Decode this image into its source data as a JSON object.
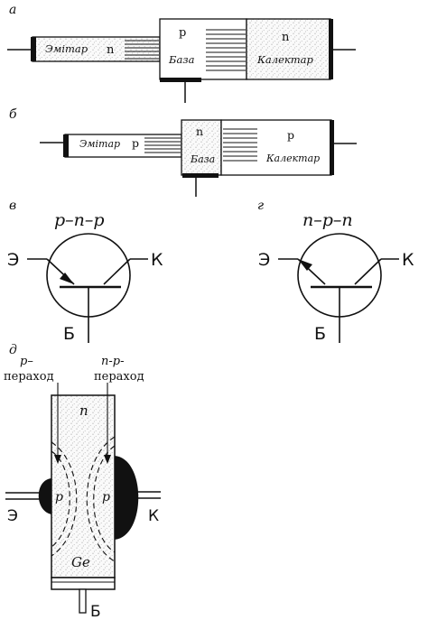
{
  "panel_a": {
    "letter": "а",
    "emitter": {
      "label": "Эмітар",
      "type": "n"
    },
    "base": {
      "label": "База",
      "type": "p"
    },
    "collector": {
      "label": "Калектар",
      "type": "n"
    }
  },
  "panel_b": {
    "letter": "б",
    "emitter": {
      "label": "Эмітар",
      "type": "p"
    },
    "base": {
      "label": "База",
      "type": "n"
    },
    "collector": {
      "label": "Калектар",
      "type": "p"
    }
  },
  "panel_c": {
    "letter": "в",
    "title": "p–n–p",
    "emitter_label": "Э",
    "collector_label": "К",
    "base_label": "Б"
  },
  "panel_d": {
    "letter": "г",
    "title": "n–p–n",
    "emitter_label": "Э",
    "collector_label": "К",
    "base_label": "Б"
  },
  "panel_e": {
    "letter": "д",
    "left_junction": {
      "line1": "p–",
      "line2": "пераход"
    },
    "right_junction": {
      "line1": "n-p-",
      "line2": "пераход"
    },
    "crystal_type": "n",
    "left_region": "p",
    "right_region": "p",
    "material": "Ge",
    "emitter_label": "Э",
    "collector_label": "К",
    "base_label": "Б"
  },
  "colors": {
    "ink": "#111111",
    "dots": "#bdbdbd",
    "fill": "#f2f2f2",
    "paper": "#ffffff"
  },
  "icons": [
    "pnp-transistor-symbol",
    "npn-transistor-symbol"
  ]
}
